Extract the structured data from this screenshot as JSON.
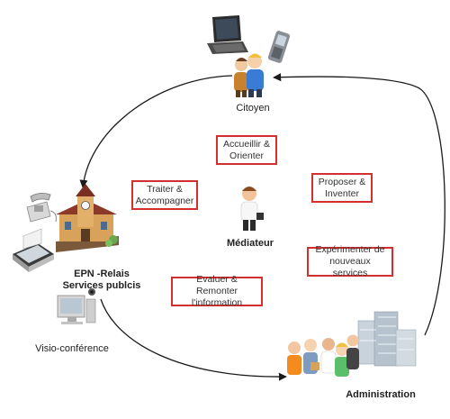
{
  "nodes": {
    "citoyen": "Citoyen",
    "epn": "EPN -Relais\nServices publcis",
    "visio": "Visio-conférence",
    "mediateur": "Médiateur",
    "administration": "Administration"
  },
  "actions": {
    "accueillir": "Accueillir  &\nOrienter",
    "traiter": "Traiter &\nAccompagner",
    "proposer": "Proposer &\nInventer",
    "experimenter": "Expérimenter de\nnouveaux services",
    "evaluer": "Evaluer & Remonter\nl'information"
  },
  "colors": {
    "box_border": "#d32f2f",
    "arrow": "#1a1a1a"
  },
  "icons": [
    "laptop-icon",
    "mobile-phone-icon",
    "citizens-icon",
    "telephone-icon",
    "scanner-icon",
    "building-icon",
    "computer-webcam-icon",
    "mediator-icon",
    "office-buildings-icon",
    "administration-people-icon"
  ]
}
